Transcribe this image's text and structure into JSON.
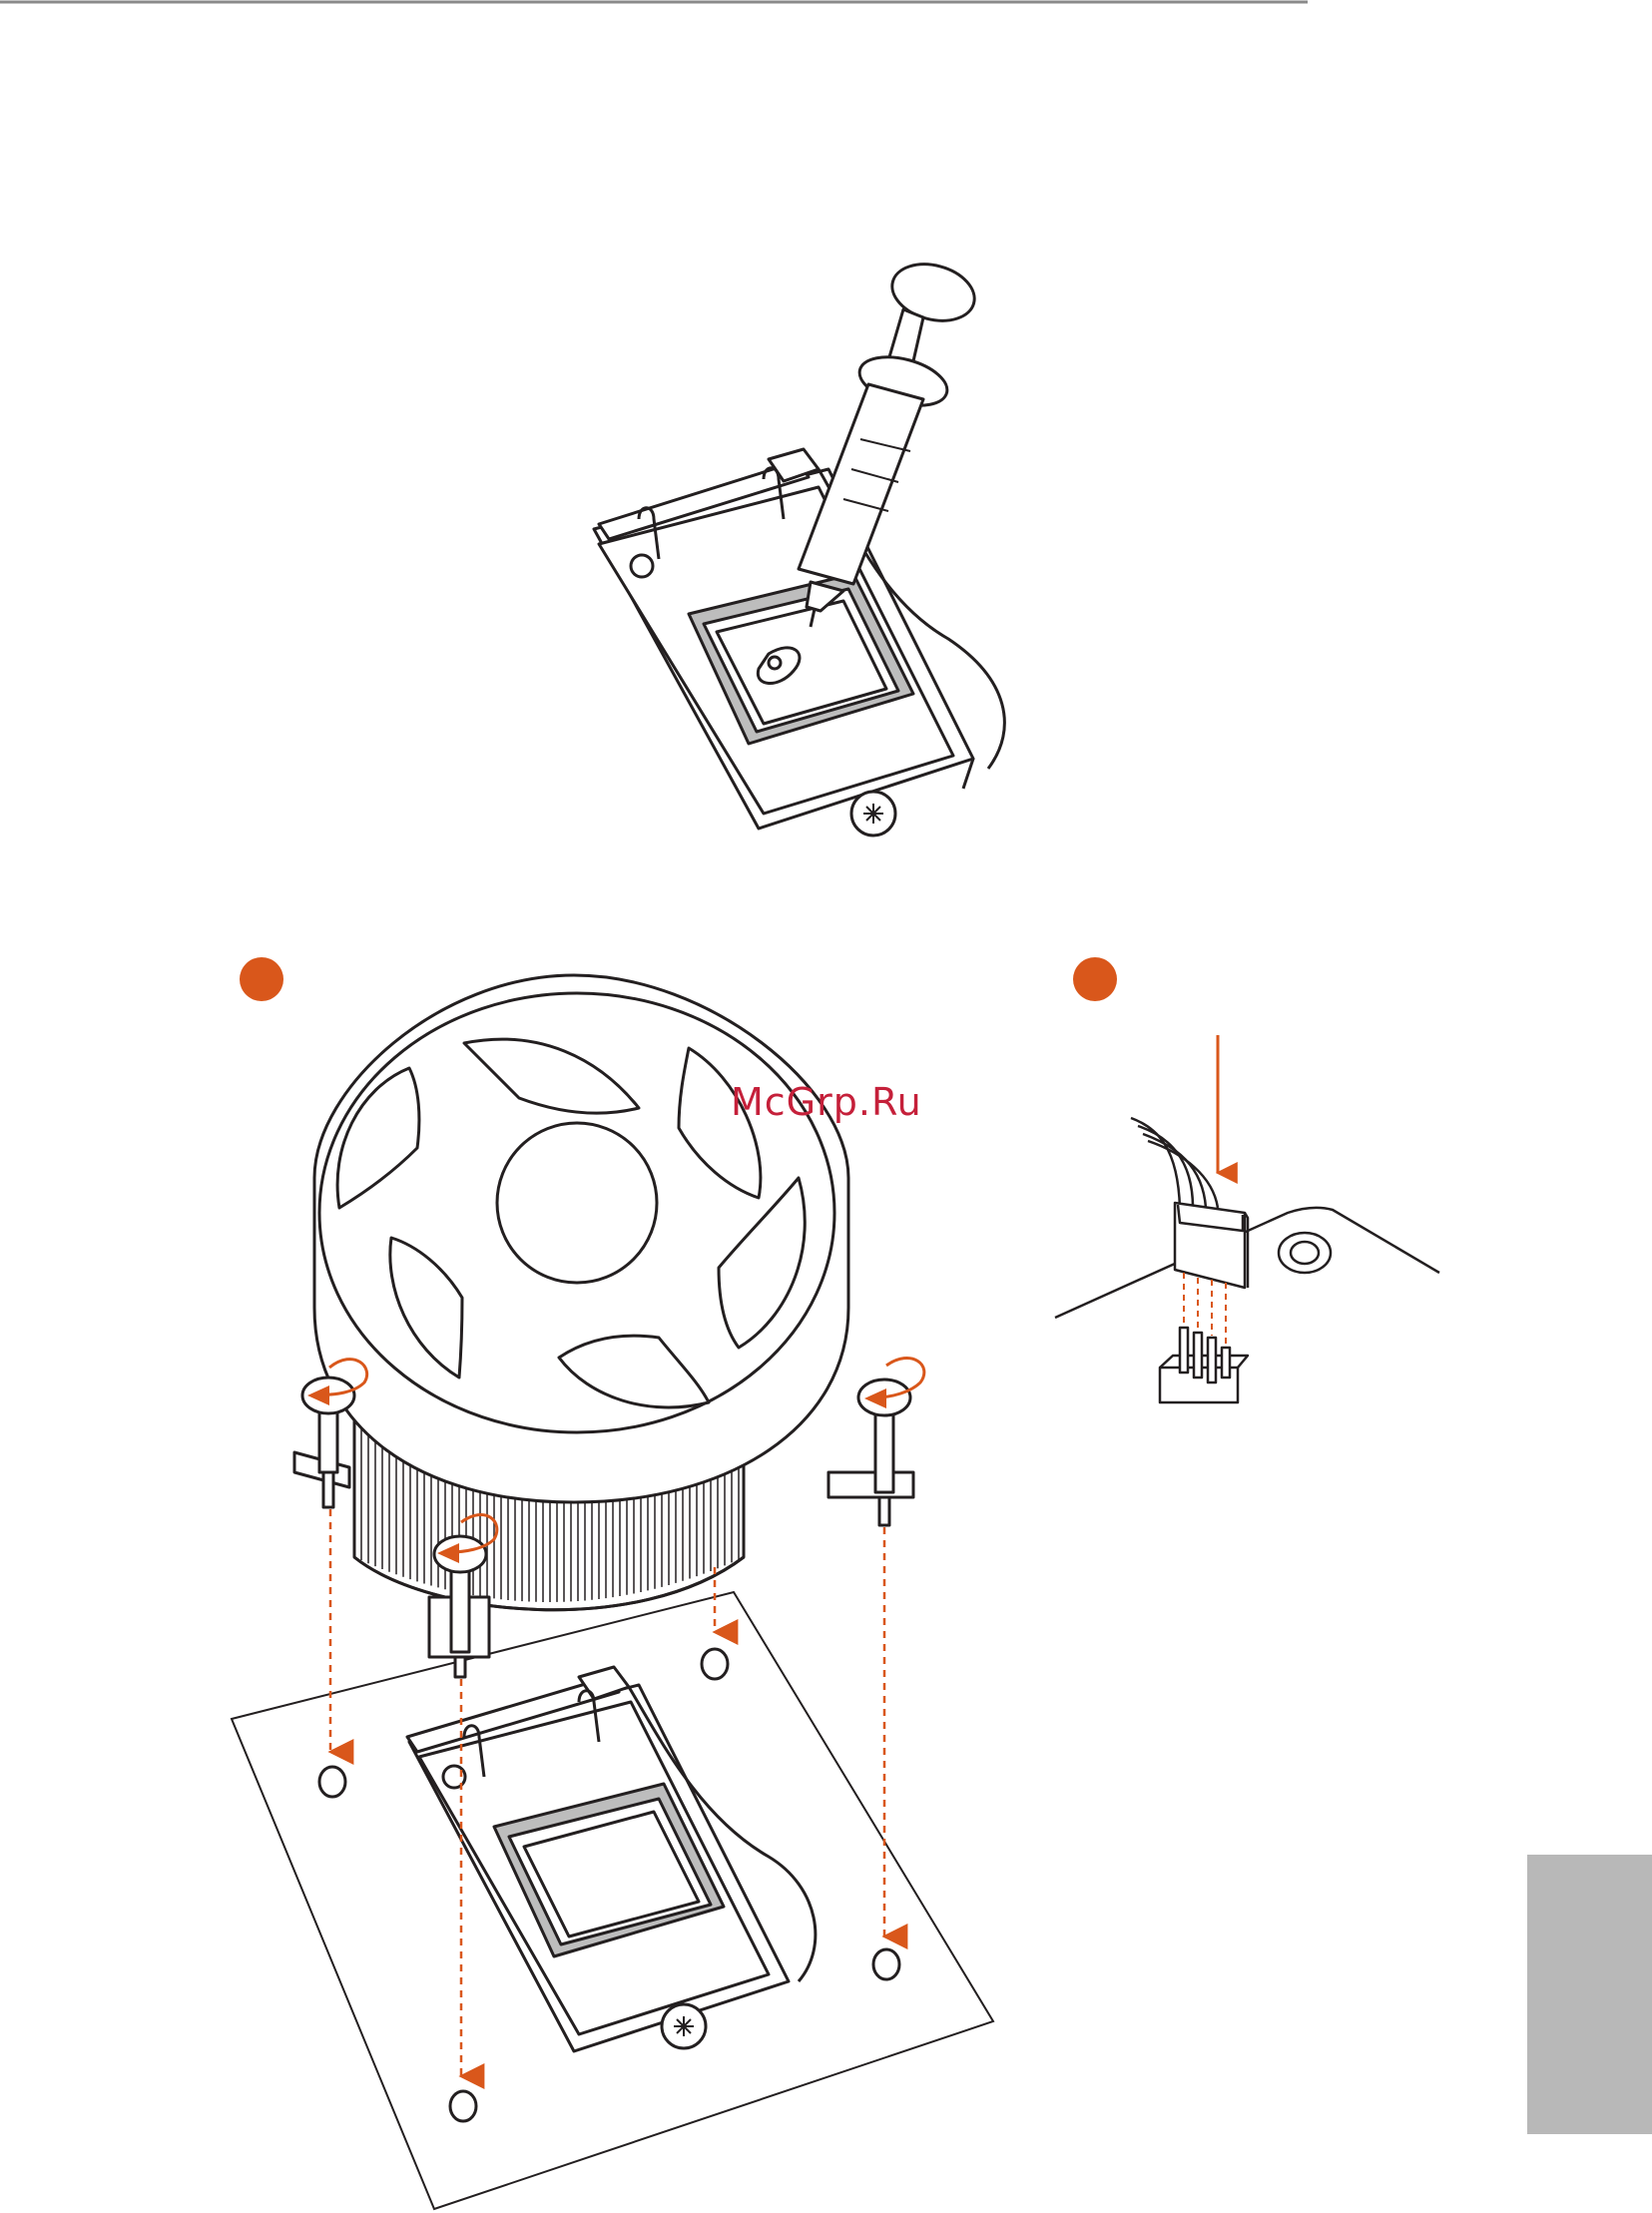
{
  "watermark": {
    "text": "McGrp.Ru"
  },
  "colors": {
    "accent": "#d9571b",
    "line": "#231f20",
    "shade": "#bdbdbd",
    "tab": "#b8b8b8",
    "watermark": "#c5203a"
  },
  "steps": [
    {
      "name": "install-heatsink",
      "badge_color": "#d9571b"
    },
    {
      "name": "connect-fan-cable",
      "badge_color": "#d9571b"
    }
  ],
  "icons": [
    "thermal-paste-syringe-icon",
    "cpu-socket-icon",
    "cpu-cooler-fan-icon",
    "rotate-arrow-icon",
    "fan-header-icon"
  ]
}
